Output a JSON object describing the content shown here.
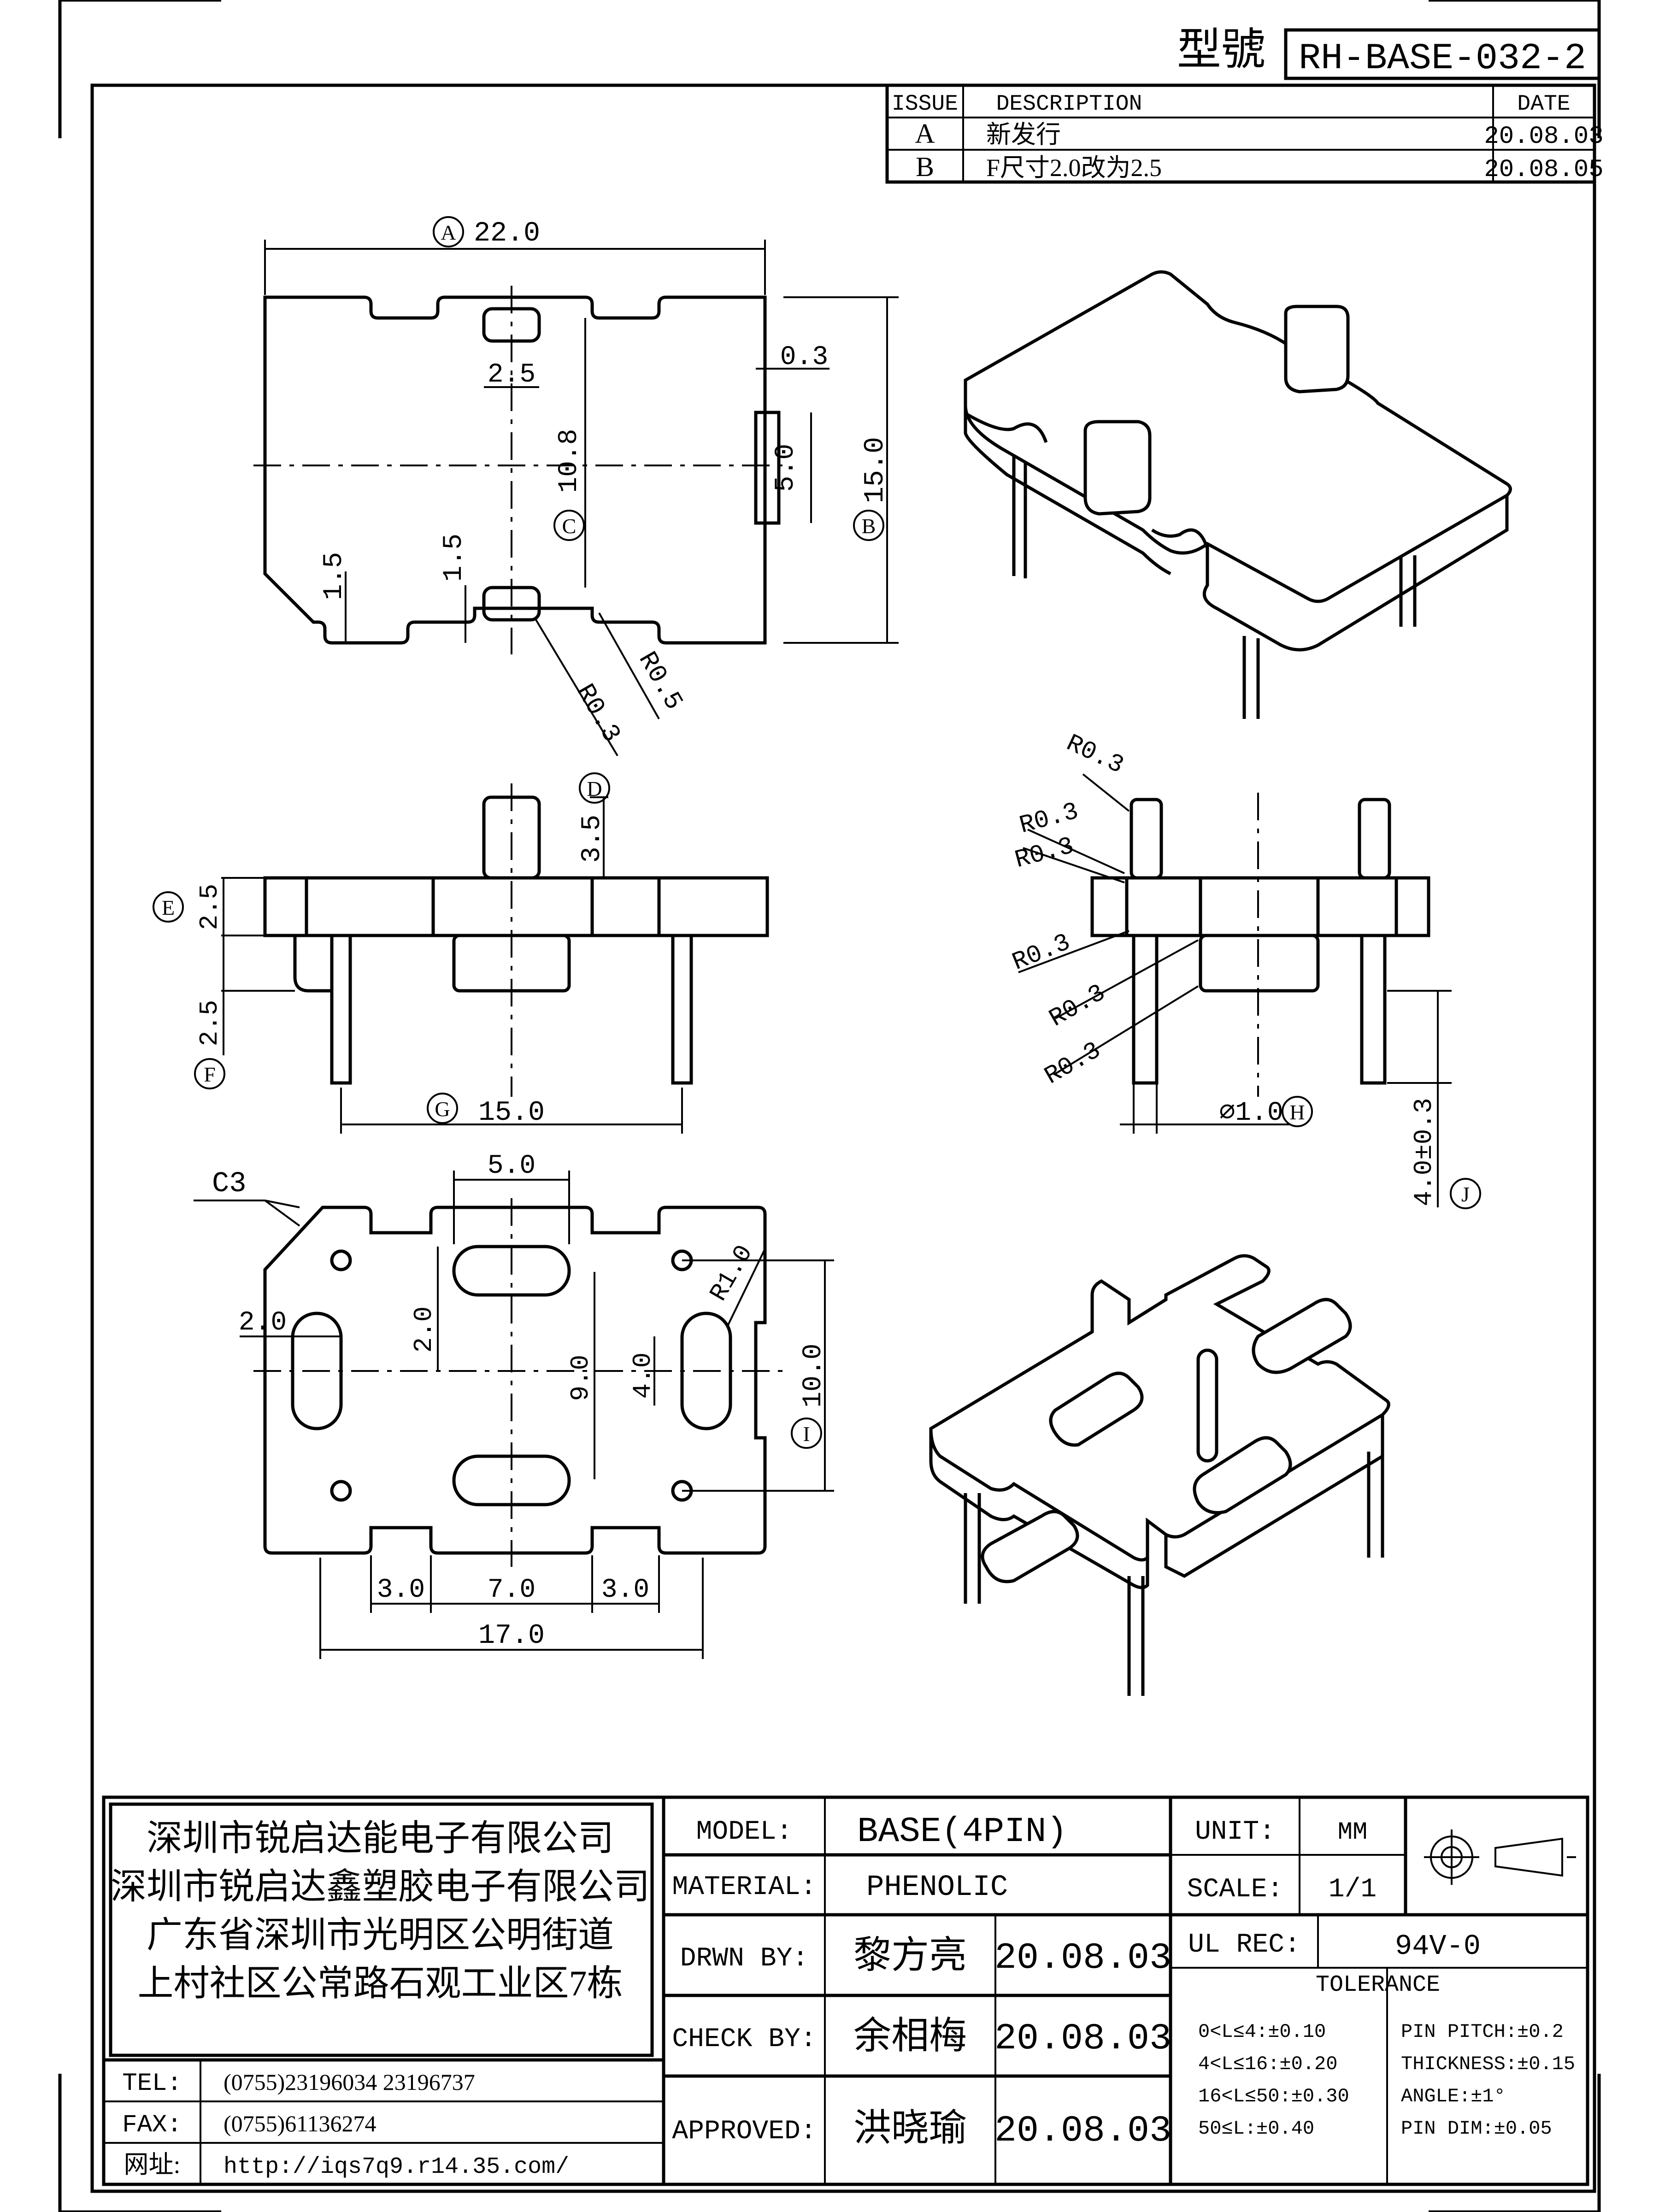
{
  "header": {
    "part_label": "型號",
    "part_number": "RH-BASE-032-2"
  },
  "revisions": {
    "headers": {
      "issue": "ISSUE",
      "description": "DESCRIPTION",
      "date": "DATE"
    },
    "rows": [
      {
        "issue": "A",
        "description": "新发行",
        "date": "20.08.03"
      },
      {
        "issue": "B",
        "description": "F尺寸2.0改为2.5",
        "date": "20.08.05"
      }
    ]
  },
  "dimensions": {
    "top": {
      "A": "22.0",
      "A_tag": "A",
      "B": "15.0",
      "B_tag": "B",
      "C": "10.8",
      "C_tag": "C",
      "d25": "2.5",
      "d03": "0.3",
      "d50": "5.0",
      "d15a": "1.5",
      "d15b": "1.5",
      "r03": "R0.3",
      "r05": "R0.5"
    },
    "front": {
      "D": "3.5",
      "D_tag": "D",
      "E": "2.5",
      "E_tag": "E",
      "F": "2.5",
      "F_tag": "F",
      "G": "15.0",
      "G_tag": "G"
    },
    "side": {
      "r1": "R0.3",
      "r2": "R0.3",
      "r3": "R0.3",
      "r4": "R0.3",
      "r5": "R0.3",
      "r6": "R0.3",
      "H": "⌀1.0",
      "H_tag": "H",
      "J": "4.0±0.3",
      "J_tag": "J"
    },
    "bottom": {
      "c3": "C3",
      "d50": "5.0",
      "d20a": "2.0",
      "d20b": "2.0",
      "d90": "9.0",
      "d40": "4.0",
      "r10": "R1.0",
      "I": "10.0",
      "I_tag": "I",
      "d30a": "3.0",
      "d70": "7.0",
      "d30b": "3.0",
      "d170": "17.0"
    }
  },
  "company": {
    "line1": "深圳市锐启达能电子有限公司",
    "line2": "深圳市锐启达鑫塑胶电子有限公司",
    "line3": "广东省深圳市光明区公明街道",
    "line4": "上村社区公常路石观工业区7栋"
  },
  "contacts": [
    {
      "label": "TEL:",
      "value": "(0755)23196034  23196737"
    },
    {
      "label": "FAX:",
      "value": "(0755)61136274"
    },
    {
      "label": "网址:",
      "value": "http://iqs7q9.r14.35.com/"
    }
  ],
  "title_block": {
    "model_label": "MODEL:",
    "model": "BASE(4PIN)",
    "material_label": "MATERIAL:",
    "material": "PHENOLIC",
    "drawn_label": "DRWN BY:",
    "drawn_name": "黎方亮",
    "drawn_date": "20.08.03",
    "check_label": "CHECK BY:",
    "check_name": "余相梅",
    "check_date": "20.08.03",
    "approved_label": "APPROVED:",
    "approved_name": "洪晓瑜",
    "approved_date": "20.08.03",
    "unit_label": "UNIT:",
    "unit": "MM",
    "scale_label": "SCALE:",
    "scale": "1/1",
    "ul_label": "UL REC:",
    "ul": "94V-0",
    "tolerance_label": "TOLERANCE",
    "tolerances": [
      "0<L≤4:±0.10",
      "4<L≤16:±0.20",
      "16<L≤50:±0.30",
      "50≤L:±0.40"
    ],
    "pin_specs": [
      "PIN PITCH:±0.2",
      "THICKNESS:±0.15",
      "ANGLE:±1°",
      "PIN DIM:±0.05"
    ]
  }
}
